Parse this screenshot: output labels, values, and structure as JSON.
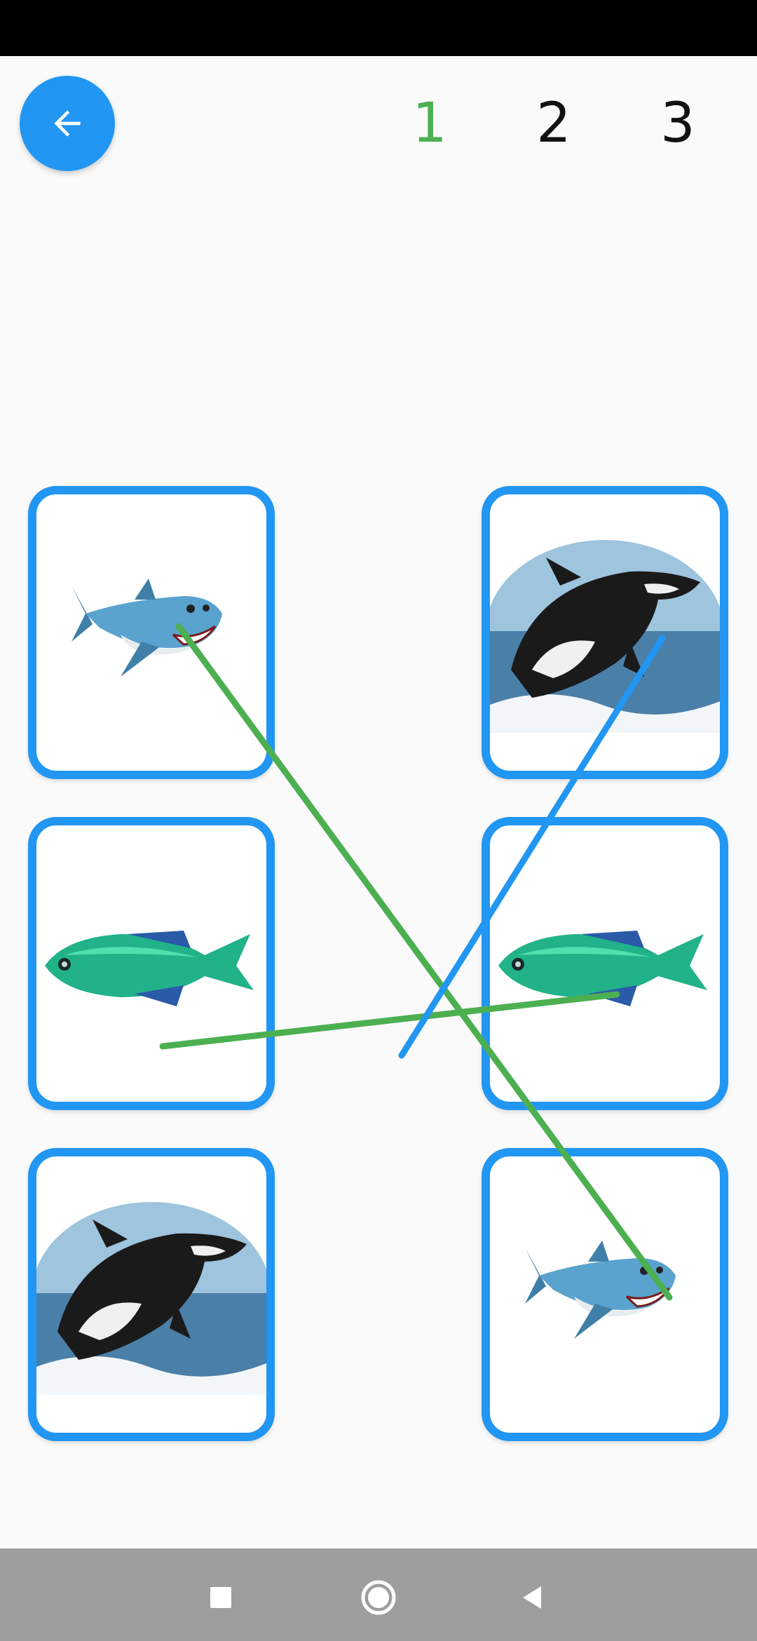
{
  "levels": {
    "tabs": [
      {
        "label": "1",
        "active": true
      },
      {
        "label": "2",
        "active": false
      },
      {
        "label": "3",
        "active": false
      }
    ]
  },
  "cards": {
    "left": [
      {
        "animal": "shark-image"
      },
      {
        "animal": "fish-image"
      },
      {
        "animal": "orca-image"
      }
    ],
    "right": [
      {
        "animal": "orca-image"
      },
      {
        "animal": "fish-image"
      },
      {
        "animal": "shark-image"
      }
    ]
  },
  "connections": [
    {
      "from": "left-shark",
      "to": "right-shark",
      "color": "#4caf50"
    },
    {
      "from": "left-fish",
      "to": "right-fish",
      "color": "#4caf50"
    },
    {
      "from": "right-orca",
      "to": "in-progress",
      "color": "#2196f3"
    }
  ],
  "colors": {
    "accent": "#2196f3",
    "correct": "#4caf50",
    "nav_bar": "#9e9e9e"
  },
  "icons": {
    "back": "arrow-left-icon",
    "nav_recents": "square-icon",
    "nav_home": "circle-icon",
    "nav_back": "triangle-left-icon"
  }
}
